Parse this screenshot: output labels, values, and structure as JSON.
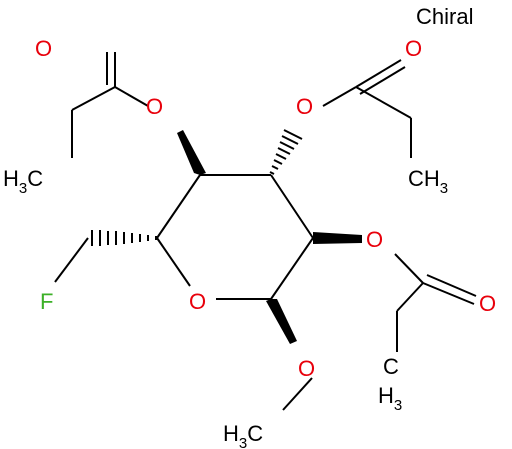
{
  "chiral_label": "Chiral",
  "colors": {
    "carbon": "#000000",
    "oxygen": "#e8000b",
    "fluorine": "#3cb028"
  },
  "atoms": {
    "o_carbonyl_left": "O",
    "o_ester_c4": "O",
    "o_carbonyl_top": "O",
    "o_ester_c3": "O",
    "o_ester_c2": "O",
    "o_carbonyl_right": "O",
    "o_ring": "O",
    "o_methoxy": "O",
    "fluorine": "F"
  },
  "methyls": {
    "ch3_left": {
      "main": "H",
      "sub": "3",
      "tail": "C"
    },
    "ch3_top": {
      "main": "CH",
      "sub": "3"
    },
    "ch3_right": {
      "main": "H",
      "sub": "3",
      "lead": "C"
    },
    "ch3_methoxy": {
      "main": "H",
      "sub": "3",
      "tail": "C"
    }
  }
}
